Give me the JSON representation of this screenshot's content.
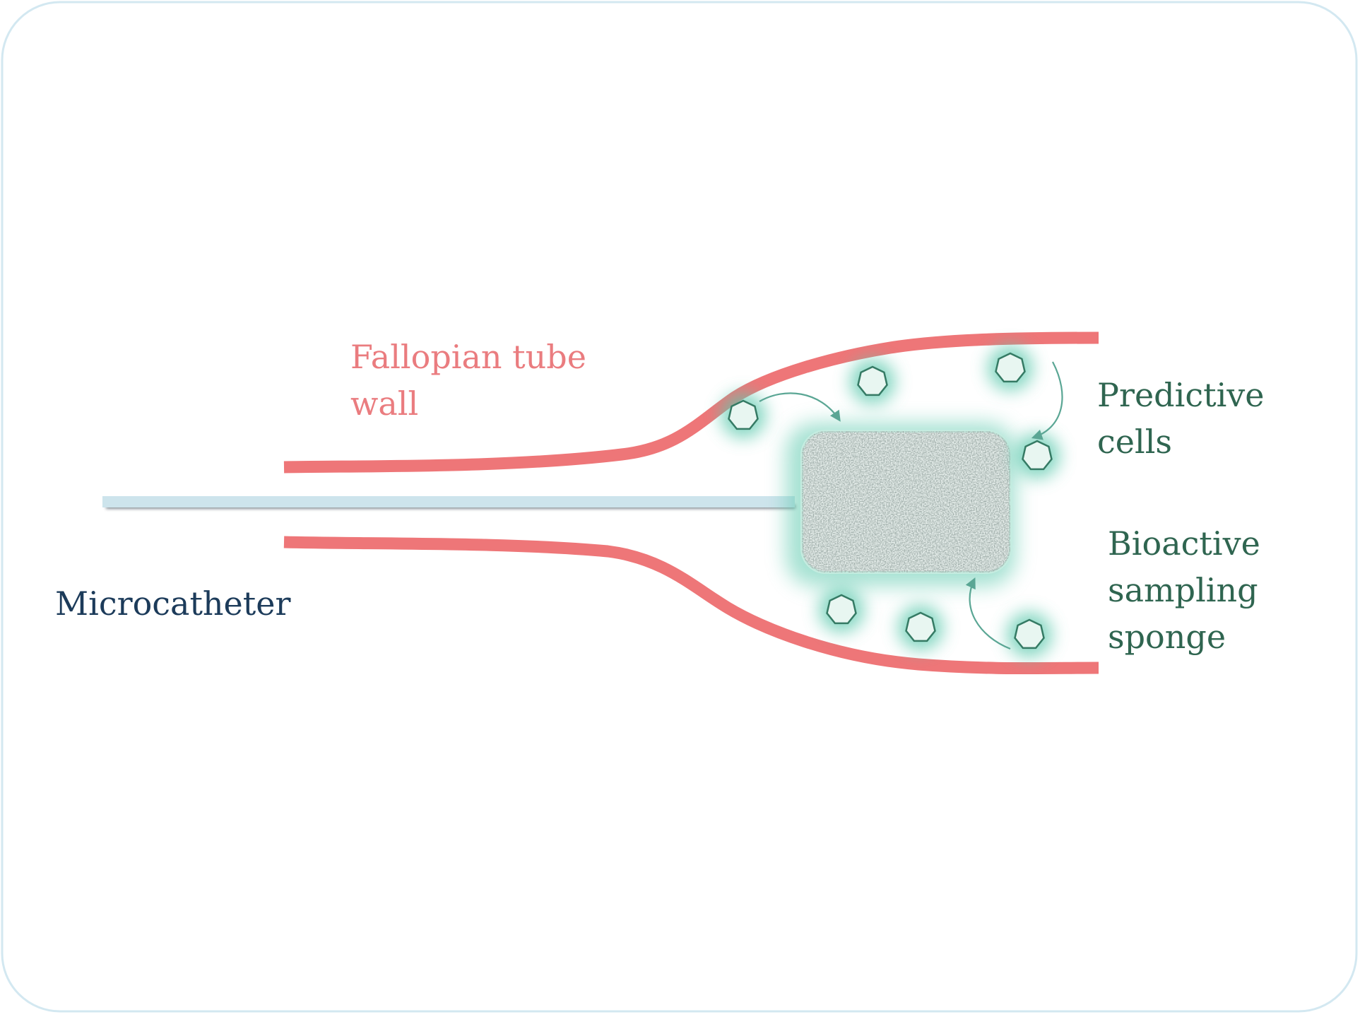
{
  "diagram": {
    "labels": {
      "fallopian_tube_wall": [
        "Fallopian tube",
        "wall"
      ],
      "microcatheter": "Microcatheter",
      "predictive_cells": [
        "Predictive",
        "cells"
      ],
      "bioactive_sampling_sponge": [
        "Bioactive",
        "sampling",
        "sponge"
      ]
    },
    "colors": {
      "tube_wall": "#ee7678",
      "microcatheter": "#cde4ec",
      "cell_glow": "#5cc9ad",
      "cell_fill": "#e8f6f1",
      "cell_stroke": "#357a64",
      "arrow": "#5aa694",
      "label_teal": "#2f6550",
      "label_navy": "#1c3b5a",
      "label_pink": "#ea7c7f",
      "frame": "#d3e8f1"
    },
    "icons": [
      "predictive-cell-icon",
      "sponge-icon",
      "curved-arrow-icon"
    ]
  }
}
